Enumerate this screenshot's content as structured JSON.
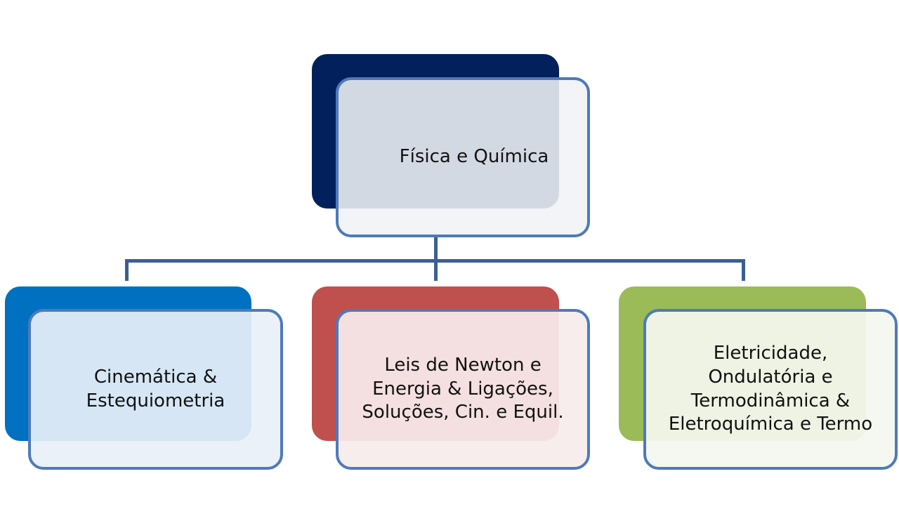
{
  "root": {
    "label": "Física e Química",
    "color": "#02215c"
  },
  "children": [
    {
      "label": "Cinemática &\nEstequiometria",
      "color": "#0070c0"
    },
    {
      "label": "Leis de Newton e\nEnergia & Ligações,\nSoluções, Cin. e Equil.",
      "color": "#c0504d"
    },
    {
      "label": "Eletricidade,\nOndulatória e\nTermodinâmica &\nEletroquímica e Termo",
      "color": "#9bbb59"
    }
  ],
  "colors": {
    "border": "#4e7ab8",
    "connector": "#3b5f95"
  }
}
